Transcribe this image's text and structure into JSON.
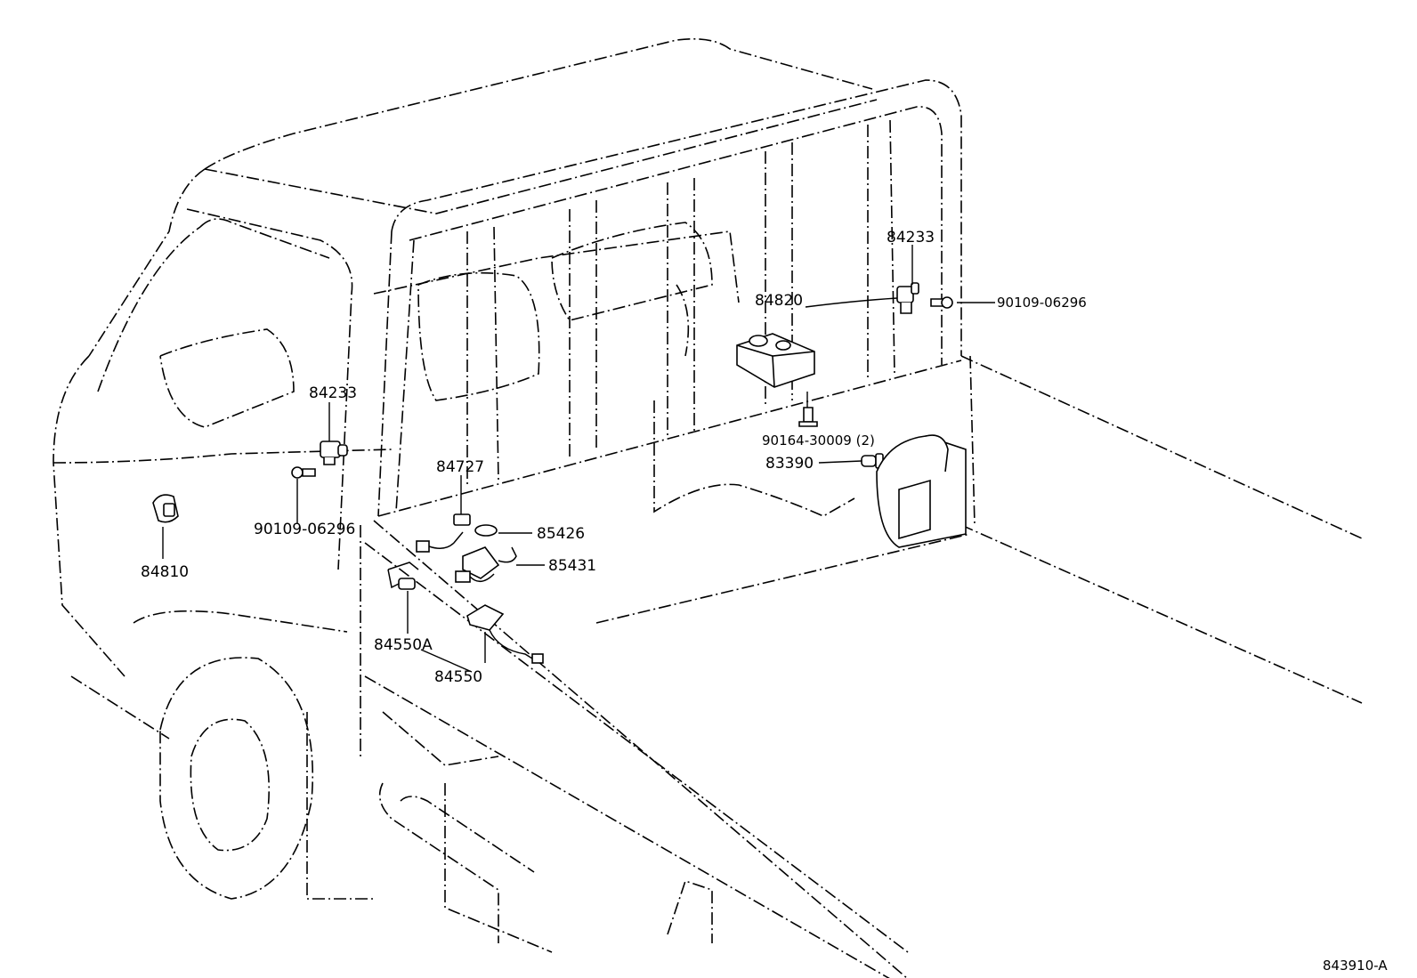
{
  "diagram_code": "843910-A",
  "parts": {
    "p84233_right": "84233",
    "p84820": "84820",
    "p90109_right": "90109-06296",
    "p84233_left": "84233",
    "p90164": "90164-30009 (2)",
    "p83390": "83390",
    "p84727": "84727",
    "p85426": "85426",
    "p90109_left": "90109-06296",
    "p85431": "85431",
    "p84810": "84810",
    "p84550A": "84550A",
    "p84550": "84550"
  }
}
